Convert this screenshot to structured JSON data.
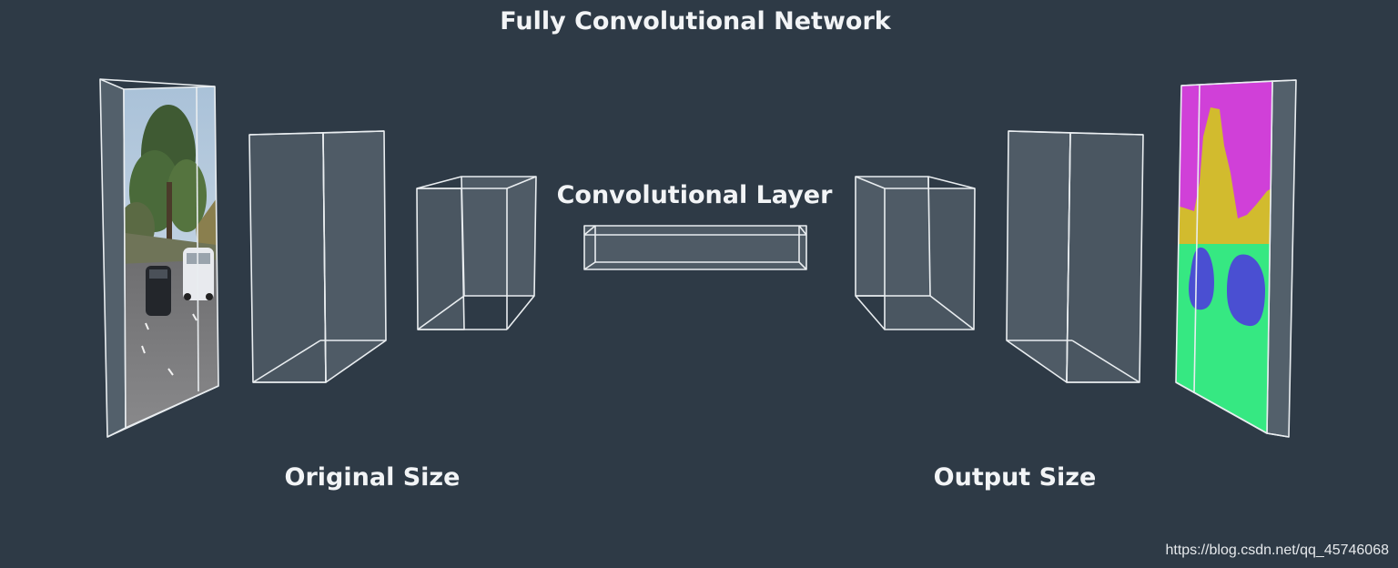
{
  "diagram": {
    "title": "Fully Convolutional Network",
    "middle_label": "Convolutional Layer",
    "left_label": "Original Size",
    "right_label": "Output Size"
  },
  "watermark": "https://blog.csdn.net/qq_45746068",
  "colors": {
    "background": "#2e3a46",
    "box_edge": "#e9edf0",
    "box_face": "#5a6771",
    "segment_sky": "#d040d8",
    "segment_tree": "#d2bb2e",
    "segment_car": "#4a4fd2",
    "segment_road": "#36e882"
  }
}
